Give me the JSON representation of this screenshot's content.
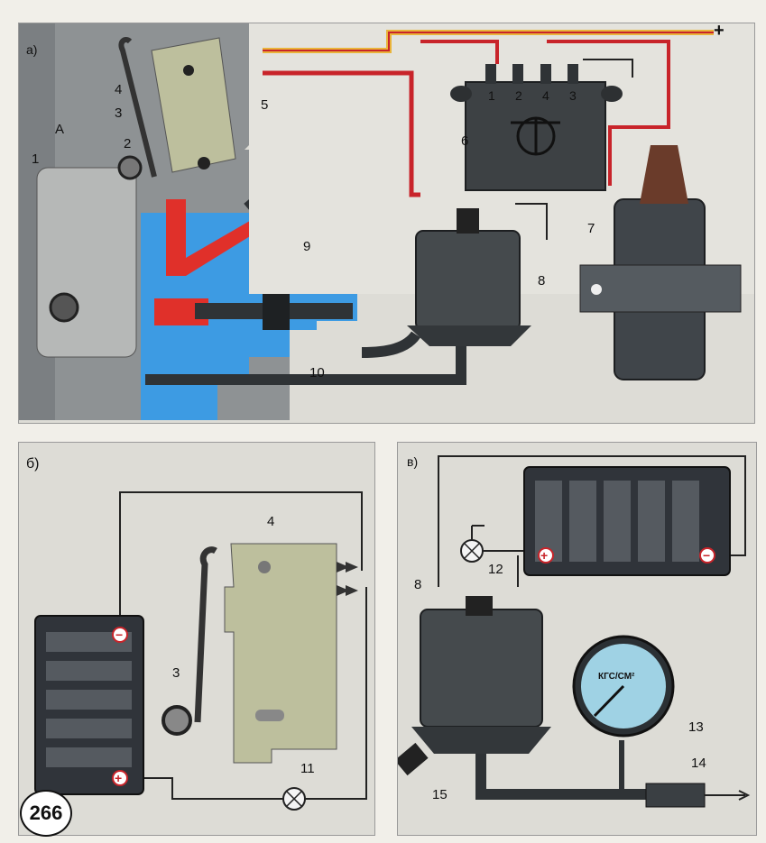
{
  "panels": {
    "a": {
      "tag": "а)"
    },
    "b": {
      "tag": "б)"
    },
    "c": {
      "tag": "в)"
    }
  },
  "labels": {
    "l1": "1",
    "l2": "2",
    "l3": "3",
    "l4": "4",
    "l5": "5",
    "l6": "6",
    "l7": "7",
    "l8": "8",
    "l9": "9",
    "l10": "10",
    "l11": "11",
    "l12": "12",
    "l13": "13",
    "l14": "14",
    "l15": "15",
    "gap": "А",
    "b3": "3",
    "b4": "4",
    "c8": "8"
  },
  "terminals": {
    "t1": "1",
    "t2": "2",
    "t4": "4",
    "t3": "3"
  },
  "power": {
    "plus": "+"
  },
  "battery": {
    "plus": "+",
    "minus": "−"
  },
  "gauge": {
    "unit": "КГС/СМ²"
  },
  "page_number": "266",
  "colors": {
    "wire_red": "#c8242a",
    "wire_yellow": "#e9b43a",
    "coolant_blue": "#3d9be3",
    "fuel_red": "#e0302a",
    "metal_dark": "#2f3336"
  }
}
